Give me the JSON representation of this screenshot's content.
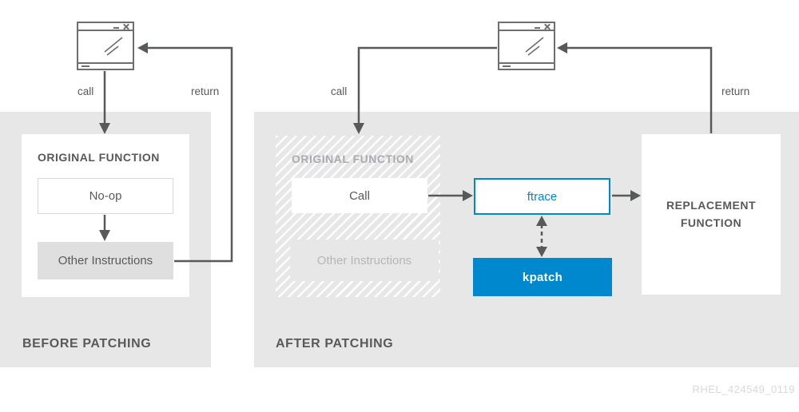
{
  "diagram": {
    "watermark": "RHEL_424549_0119",
    "before": {
      "section_label": "BEFORE PATCHING",
      "call_label": "call",
      "return_label": "return",
      "original_function": {
        "title": "ORIGINAL FUNCTION",
        "noop": "No-op",
        "other_instructions": "Other Instructions"
      }
    },
    "after": {
      "section_label": "AFTER PATCHING",
      "call_label": "call",
      "return_label": "return",
      "original_function": {
        "title": "ORIGINAL FUNCTION",
        "call": "Call",
        "other_instructions": "Other Instructions"
      },
      "ftrace": "ftrace",
      "kpatch": "kpatch",
      "replacement_function": "REPLACEMENT FUNCTION"
    },
    "colors": {
      "panel_bg": "#e7e7e7",
      "line_dark": "#58595b",
      "accent_blue": "#0088ce",
      "muted_text": "#a9abae",
      "light_fill": "#dfdfdf",
      "watermark_text": "#d9d9d9",
      "window_border": "#6d6e71"
    }
  }
}
